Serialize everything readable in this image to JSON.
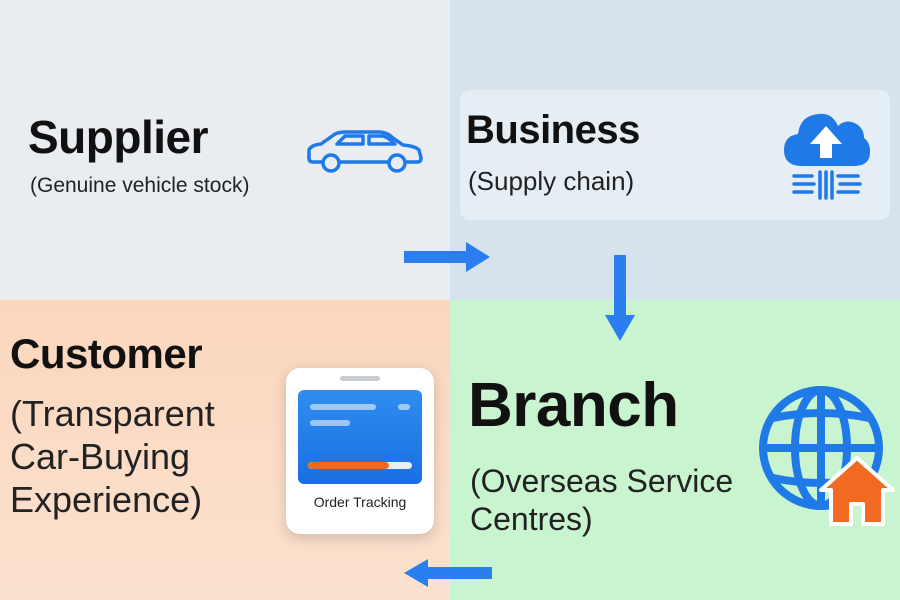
{
  "nodes": {
    "supplier": {
      "title": "Supplier",
      "subtitle": "(Genuine vehicle stock)"
    },
    "business": {
      "title": "Business",
      "subtitle": "(Supply chain)"
    },
    "customer": {
      "title": "Customer",
      "subtitle": "(Transparent Car-Buying Experience)"
    },
    "branch": {
      "title": "Branch",
      "subtitle": "(Overseas Service Centres)"
    }
  },
  "icons": {
    "supplier": "car-icon",
    "business": "cloud-upload-icon",
    "branch": "globe-home-icon",
    "customer": "phone-order-tracking-icon"
  },
  "phone": {
    "label": "Order Tracking",
    "progress": 0.78
  },
  "flow": [
    {
      "from": "supplier",
      "to": "business",
      "direction": "right"
    },
    {
      "from": "business",
      "to": "branch",
      "direction": "down"
    },
    {
      "from": "branch",
      "to": "customer",
      "direction": "left"
    }
  ],
  "colors": {
    "accent_blue": "#1f7ae8",
    "arrow_blue": "#2a7ef0",
    "home_orange": "#f26a21",
    "supplier_bg": "#e9edf1",
    "business_bg": "#d7e3ec",
    "customer_bg": "#fbd6bd",
    "branch_bg": "#c8f5cf"
  }
}
